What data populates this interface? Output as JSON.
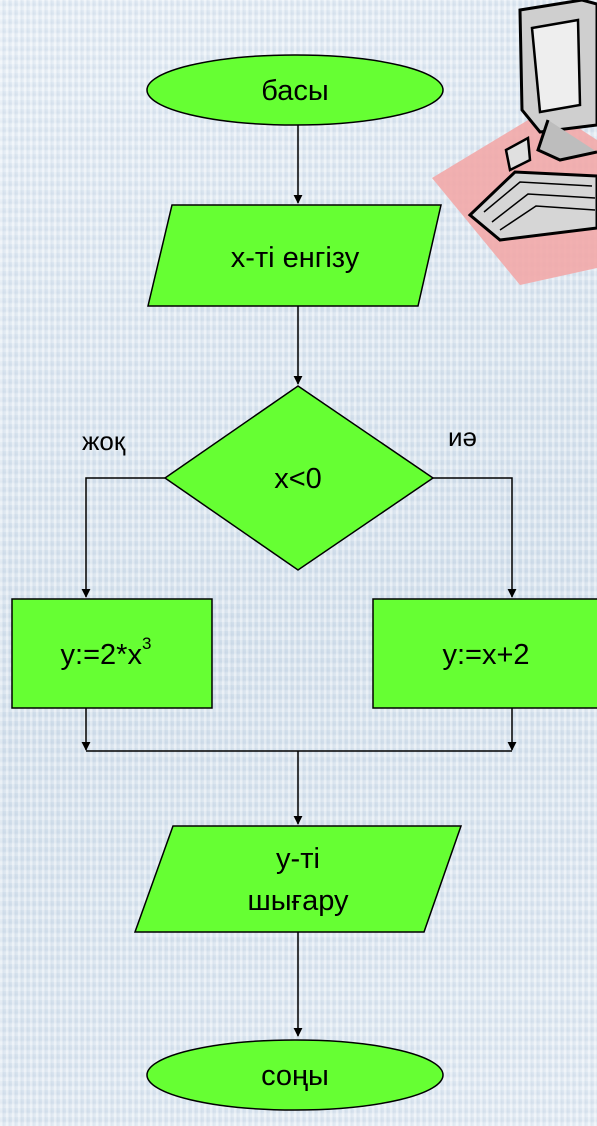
{
  "flowchart": {
    "start": "басы",
    "input": "х-ті енгізу",
    "decision": "х<0",
    "branch_false": "жоқ",
    "branch_true": "иә",
    "assign_false": "у:=2*х",
    "assign_false_exponent": "3",
    "assign_true": "у:=х+2",
    "output_line1": "у-ті",
    "output_line2": "шығару",
    "end": "соңы"
  },
  "colors": {
    "shape_fill": "#66ff33",
    "stroke": "#000000",
    "background": "#dde8f2"
  },
  "icons": [
    "computer-clipart-icon"
  ]
}
